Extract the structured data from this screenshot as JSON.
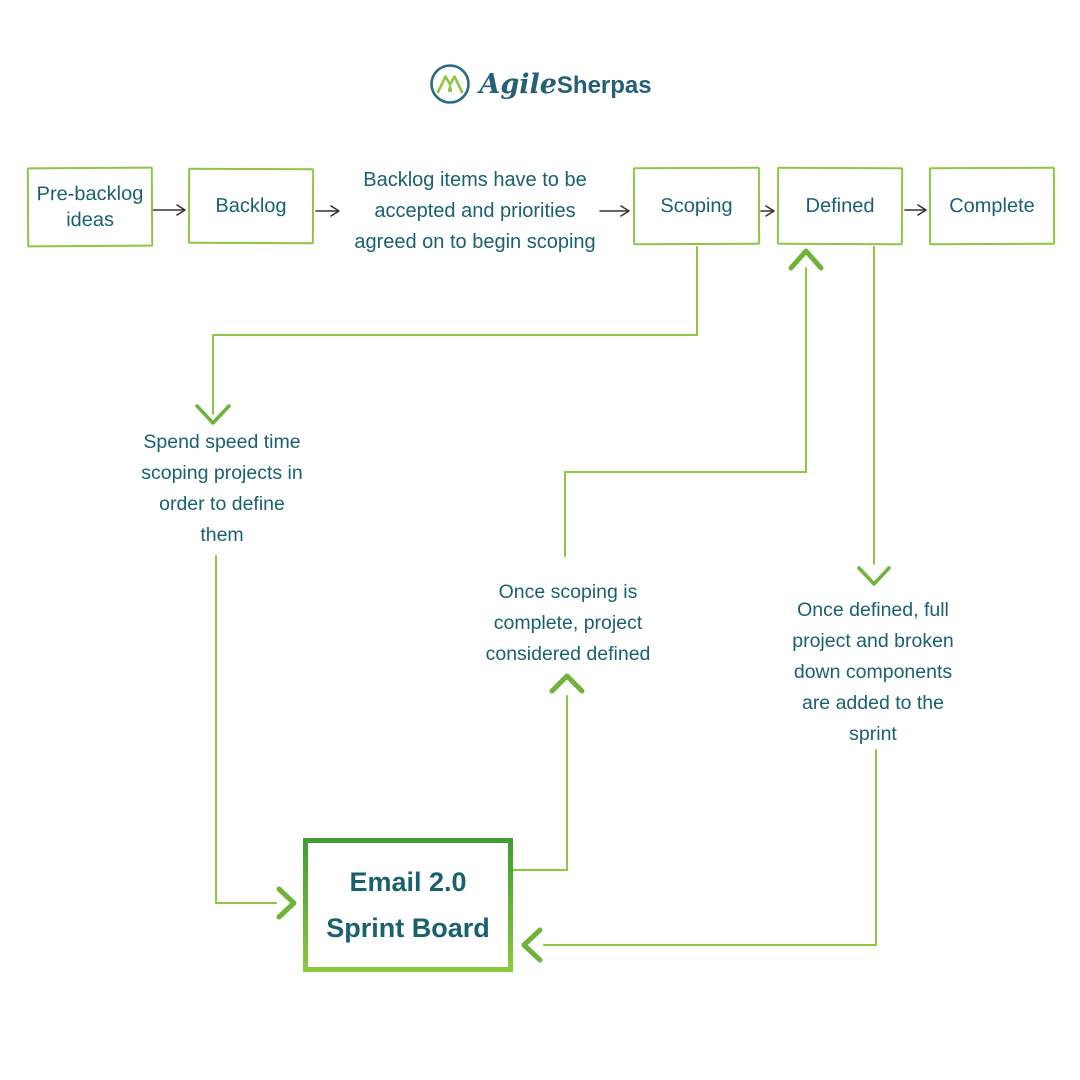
{
  "colors": {
    "teal": "#1a6170",
    "green_line": "#8dc63f",
    "green_arrowhead": "#6fb33a",
    "green_box_border_top": "#3f9e33",
    "black_arrow": "#333333",
    "background": "#ffffff"
  },
  "logo": {
    "agile": "Agile",
    "sherpas": "Sherpas",
    "icon": "mountain-drop-circle"
  },
  "pipeline": {
    "boxes": [
      {
        "label": "Pre-backlog\nideas"
      },
      {
        "label": "Backlog"
      },
      {
        "label": "Scoping"
      },
      {
        "label": "Defined"
      },
      {
        "label": "Complete"
      }
    ],
    "gate_note": "Backlog items have to be\naccepted and priorities\nagreed on to begin scoping"
  },
  "notes": {
    "scoping": "Spend speed time\nscoping projects in\norder to define\nthem",
    "defined": "Once scoping is\ncomplete, project\nconsidered defined",
    "sprint": "Once defined, full\nproject and broken\ndown components\nare added to the\nsprint"
  },
  "sprint_board": {
    "label": "Email 2.0\nSprint Board"
  }
}
